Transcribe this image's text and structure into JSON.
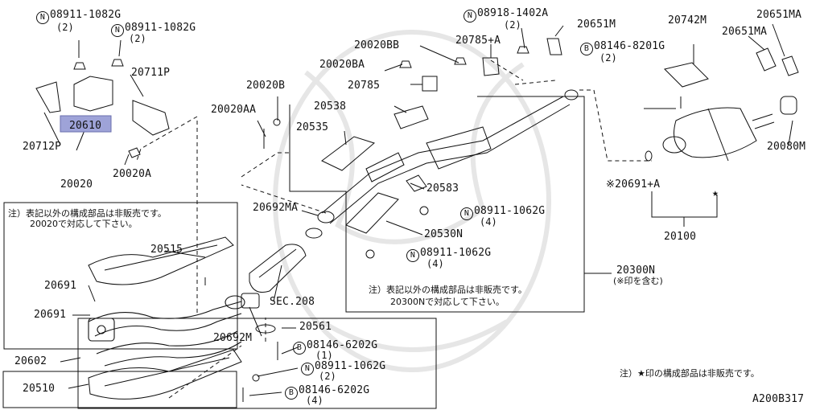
{
  "diagram_code": "A200B317",
  "highlighted_part": "20610",
  "callouts": {
    "n08911_1082g_a": {
      "prefix": "N",
      "part": "08911-1082G",
      "qty": "(2)"
    },
    "n08911_1082g_b": {
      "prefix": "N",
      "part": "08911-1082G",
      "qty": "(2)"
    },
    "p20711p": "20711P",
    "p20610": "20610",
    "p20712p": "20712P",
    "p20020a": "20020A",
    "p20020aa": "20020AA",
    "p20020b": "20020B",
    "p20020": "20020",
    "p20020bb": "20020BB",
    "p20020ba": "20020BA",
    "p20785": "20785",
    "p20785a": "20785+A",
    "n08918_1402a": {
      "prefix": "N",
      "part": "08918-1402A",
      "qty": "(2)"
    },
    "p20651m": "20651M",
    "b08146_8201g": {
      "prefix": "B",
      "part": "08146-8201G",
      "qty": "(2)"
    },
    "p20742m": "20742M",
    "p20651ma_a": "20651MA",
    "p20651ma_b": "20651MA",
    "p20538": "20538",
    "p20535": "20535",
    "p20583": "20583",
    "n08911_1062g_a": {
      "prefix": "N",
      "part": "08911-1062G",
      "qty": "(4)"
    },
    "p20530n": "20530N",
    "n08911_1062g_b": {
      "prefix": "N",
      "part": "08911-1062G",
      "qty": "(4)"
    },
    "p20692ma": "20692MA",
    "p20515": "20515",
    "p20691_a": "20691",
    "p20691_b": "20691",
    "p20691a": "※20691+A",
    "p20080m": "20080M",
    "p20100": "20100",
    "p20300n": "20300N",
    "p20300n_sub": "(※印を含む)",
    "sec208": "SEC.208",
    "p20692m": "20692M",
    "p20561": "20561",
    "b08146_6202g_a": {
      "prefix": "B",
      "part": "08146-6202G",
      "qty": "(1)"
    },
    "n08911_1062g_c": {
      "prefix": "N",
      "part": "08911-1062G",
      "qty": "(2)"
    },
    "b08146_6202g_b": {
      "prefix": "B",
      "part": "08146-6202G",
      "qty": "(4)"
    },
    "p20602": "20602",
    "p20510": "20510"
  },
  "notes": {
    "left_1": "注）表記以外の構成部品は非販売です。",
    "left_2": "20020で対応して下さい。",
    "mid_1": "注）表記以外の構成部品は非販売です。",
    "mid_2": "20300Nで対応して下さい。",
    "bottom_right": "注）★印の構成部品は非販売です。",
    "star": "★"
  }
}
